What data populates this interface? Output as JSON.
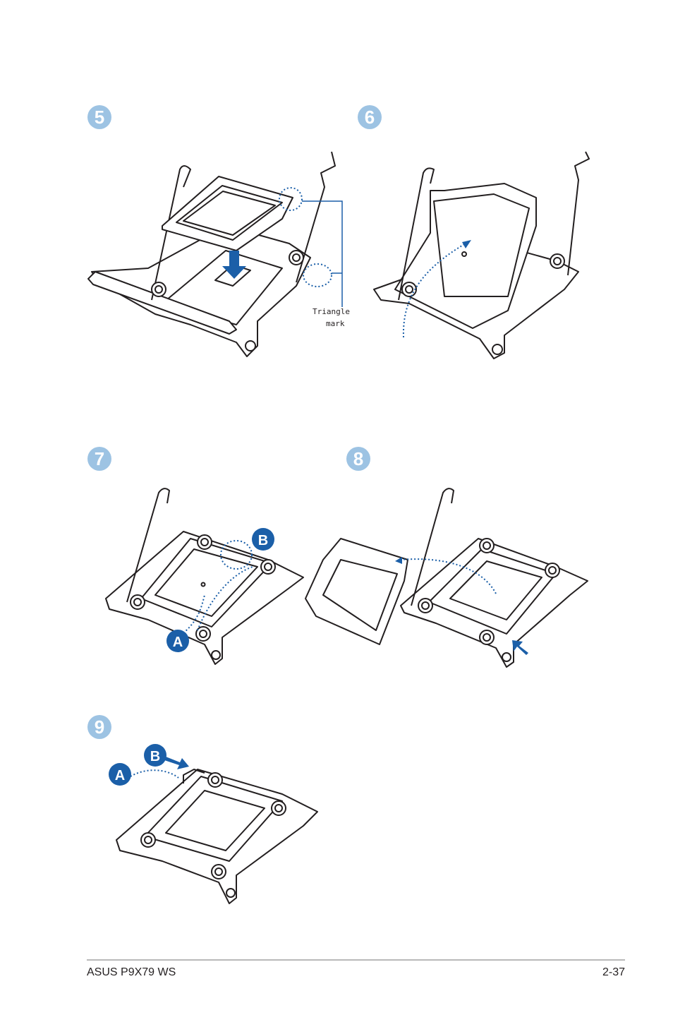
{
  "steps": [
    {
      "number": "5"
    },
    {
      "number": "6"
    },
    {
      "number": "7"
    },
    {
      "number": "8"
    },
    {
      "number": "9"
    }
  ],
  "step5": {
    "callout_line1": "Triangle",
    "callout_line2": "mark"
  },
  "step7": {
    "label_a": "A",
    "label_b": "B"
  },
  "step9": {
    "label_a": "A",
    "label_b": "B"
  },
  "colors": {
    "badge": "#9dc3e3",
    "accent": "#1b5fa8",
    "line": "#231f20"
  },
  "footer": {
    "left": "ASUS P9X79 WS",
    "right": "2-37"
  }
}
